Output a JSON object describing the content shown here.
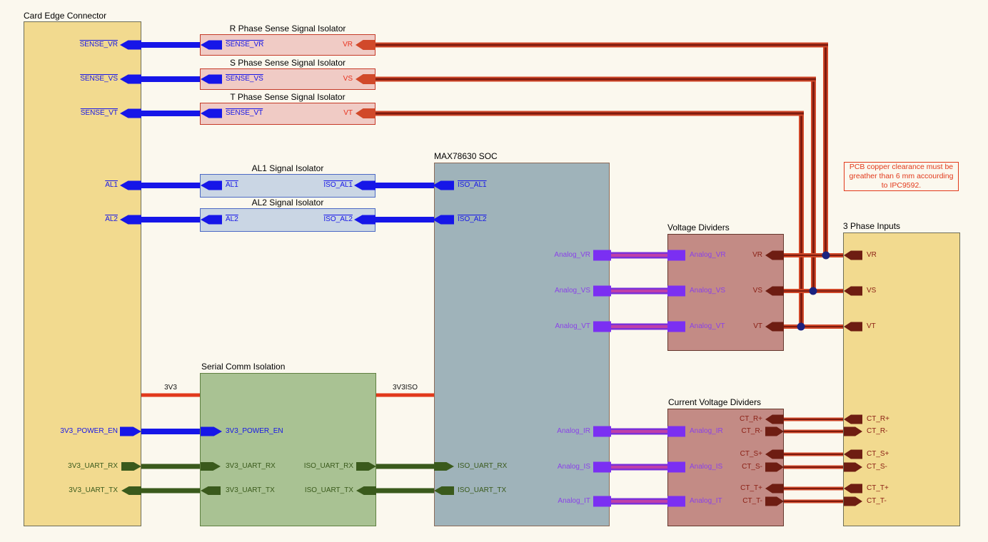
{
  "titles": {
    "card_edge": "Card Edge Connector",
    "r_phase": "R Phase Sense Signal Isolator",
    "s_phase": "S Phase Sense Signal Isolator",
    "t_phase": "T Phase Sense Signal Isolator",
    "al1": "AL1 Signal Isolator",
    "al2": "AL2 Signal Isolator",
    "soc": "MAX78630 SOC",
    "serial": "Serial Comm Isolation",
    "vdiv": "Voltage Dividers",
    "cvdiv": "Current Voltage Dividers",
    "phase3": "3 Phase Inputs"
  },
  "pins": {
    "sense_vr": "SENSE_VR",
    "sense_vs": "SENSE_VS",
    "sense_vt": "SENSE_VT",
    "al1": "AL1",
    "al2": "AL2",
    "iso_al1": "ISO_AL1",
    "iso_al2": "ISO_AL2",
    "vr": "VR",
    "vs": "VS",
    "vt": "VT",
    "analog_vr": "Analog_VR",
    "analog_vs": "Analog_VS",
    "analog_vt": "Analog_VT",
    "analog_ir": "Analog_IR",
    "analog_is": "Analog_IS",
    "analog_it": "Analog_IT",
    "pwr_en": "3V3_POWER_EN",
    "uart_rx": "3V3_UART_RX",
    "uart_tx": "3V3_UART_TX",
    "iso_uart_rx": "ISO_UART_RX",
    "iso_uart_tx": "ISO_UART_TX",
    "v33": "3V3",
    "v33iso": "3V3ISO",
    "ct_rp": "CT_R+",
    "ct_rm": "CT_R-",
    "ct_sp": "CT_S+",
    "ct_sm": "CT_S-",
    "ct_tp": "CT_T+",
    "ct_tm": "CT_T-"
  },
  "note": {
    "line1": "PCB copper clearance must be",
    "line2": "greather than 6 mm accourding",
    "line3": "to IPC9592."
  },
  "colors": {
    "background": "#FBF8EE",
    "tan_fill": "#F2DA8F",
    "pink_fill": "#F0CBC5",
    "light_blue_fill": "#CAD6E4",
    "soc_fill": "#9FB3BA",
    "green_fill": "#A9C293",
    "rose_fill": "#C38B85",
    "blue_signal": "#1616E8",
    "red_signal": "#D1492A",
    "red_core": "#7E1B0E",
    "maroon_signal": "#6E1D12",
    "purple_signal": "#7B2FF2",
    "green_signal": "#3A5A1C",
    "junction": "#1A2280",
    "note_red": "#E2391B"
  }
}
